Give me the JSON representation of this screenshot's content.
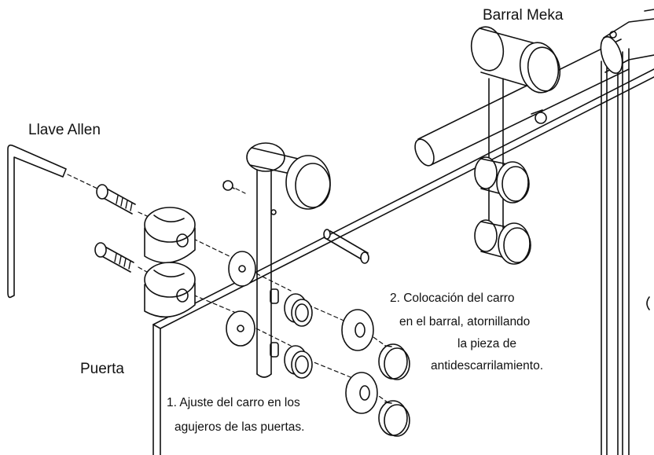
{
  "labels": {
    "barral": "Barral Meka",
    "allen": "Llave Allen",
    "puerta": "Puerta"
  },
  "steps": {
    "step1": [
      "1. Ajuste del carro en los",
      "agujeros de las puertas."
    ],
    "step2": [
      "2. Colocación del carro",
      "en el barral, atornillando",
      "la pieza de",
      "antidescarrilamiento."
    ]
  }
}
